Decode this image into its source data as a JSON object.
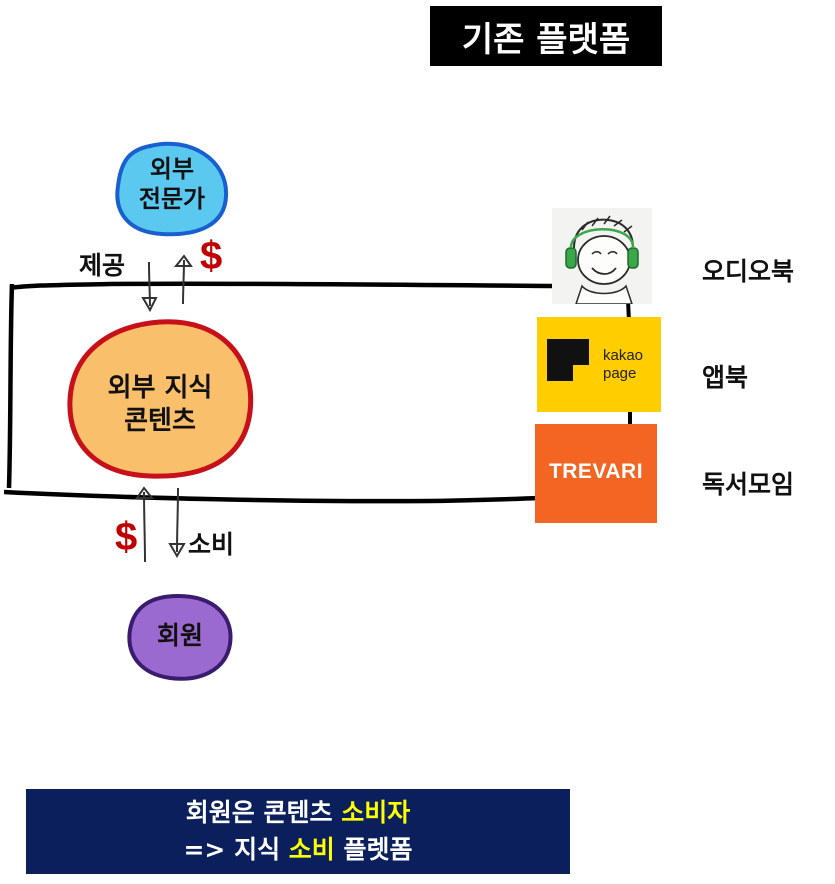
{
  "title": "기존 플랫폼",
  "nodes": {
    "expert": "외부\n전문가",
    "content": "외부 지식\n콘텐츠",
    "member": "회원"
  },
  "flow_labels": {
    "provide": "제공",
    "consume": "소비",
    "payment_symbol": "$"
  },
  "platforms": [
    {
      "name": "오디오북",
      "logo": "audiobook-illustration"
    },
    {
      "name": "앱북",
      "logo": "kakao page",
      "logo_lines": [
        "kakao",
        "page"
      ]
    },
    {
      "name": "독서모임",
      "logo": "TREVARI"
    }
  ],
  "summary": {
    "line1_prefix": "회원은 콘텐츠 ",
    "line1_highlight": "소비자",
    "line2_prefix": "=> 지식 ",
    "line2_highlight": "소비",
    "line2_suffix": " 플렛폼"
  },
  "colors": {
    "expert_fill": "#5bc8f0",
    "expert_stroke": "#1a5fd0",
    "content_fill": "#f9bf6a",
    "content_stroke": "#c8101a",
    "member_fill": "#9b6ad0",
    "member_stroke": "#3a1c6e",
    "kakao_yellow": "#ffcd00",
    "trevari_orange": "#f26522",
    "summary_bg": "#0a1f5c",
    "highlight": "#ffff00",
    "dollar": "#c00000"
  }
}
